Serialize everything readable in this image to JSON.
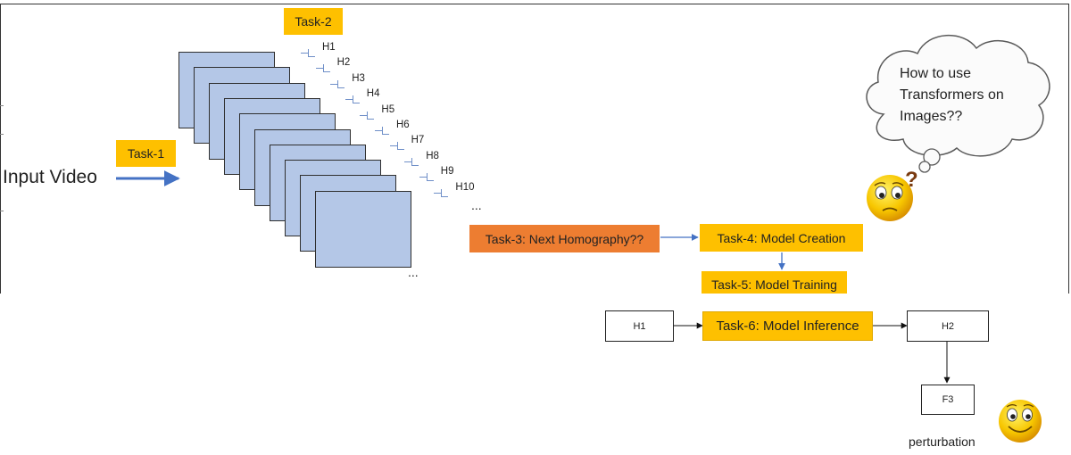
{
  "task1": "Task-1",
  "task2": "Task-2",
  "input_video": "Input Video",
  "homography_labels": [
    "H1",
    "H2",
    "H3",
    "H4",
    "H5",
    "H6",
    "H7",
    "H8",
    "H9",
    "H10"
  ],
  "ellipsis_h": "...",
  "ellipsis_frames": "...",
  "task3": "Task-3: Next Homography??",
  "task4": "Task-4: Model Creation",
  "task5": "Task-5: Model Training",
  "thought": [
    "How to use",
    "Transformers on",
    "Images??"
  ],
  "question_mark": "?",
  "pipeline": {
    "h1": "H1",
    "task6": "Task-6: Model Inference",
    "h2": "H2",
    "f3": "F3"
  },
  "perturbation": "perturbation",
  "colors": {
    "task_yellow": "#fec000",
    "task_orange": "#ed7d31",
    "frame_blue": "#b4c7e7",
    "arrow_blue": "#4472c4"
  }
}
